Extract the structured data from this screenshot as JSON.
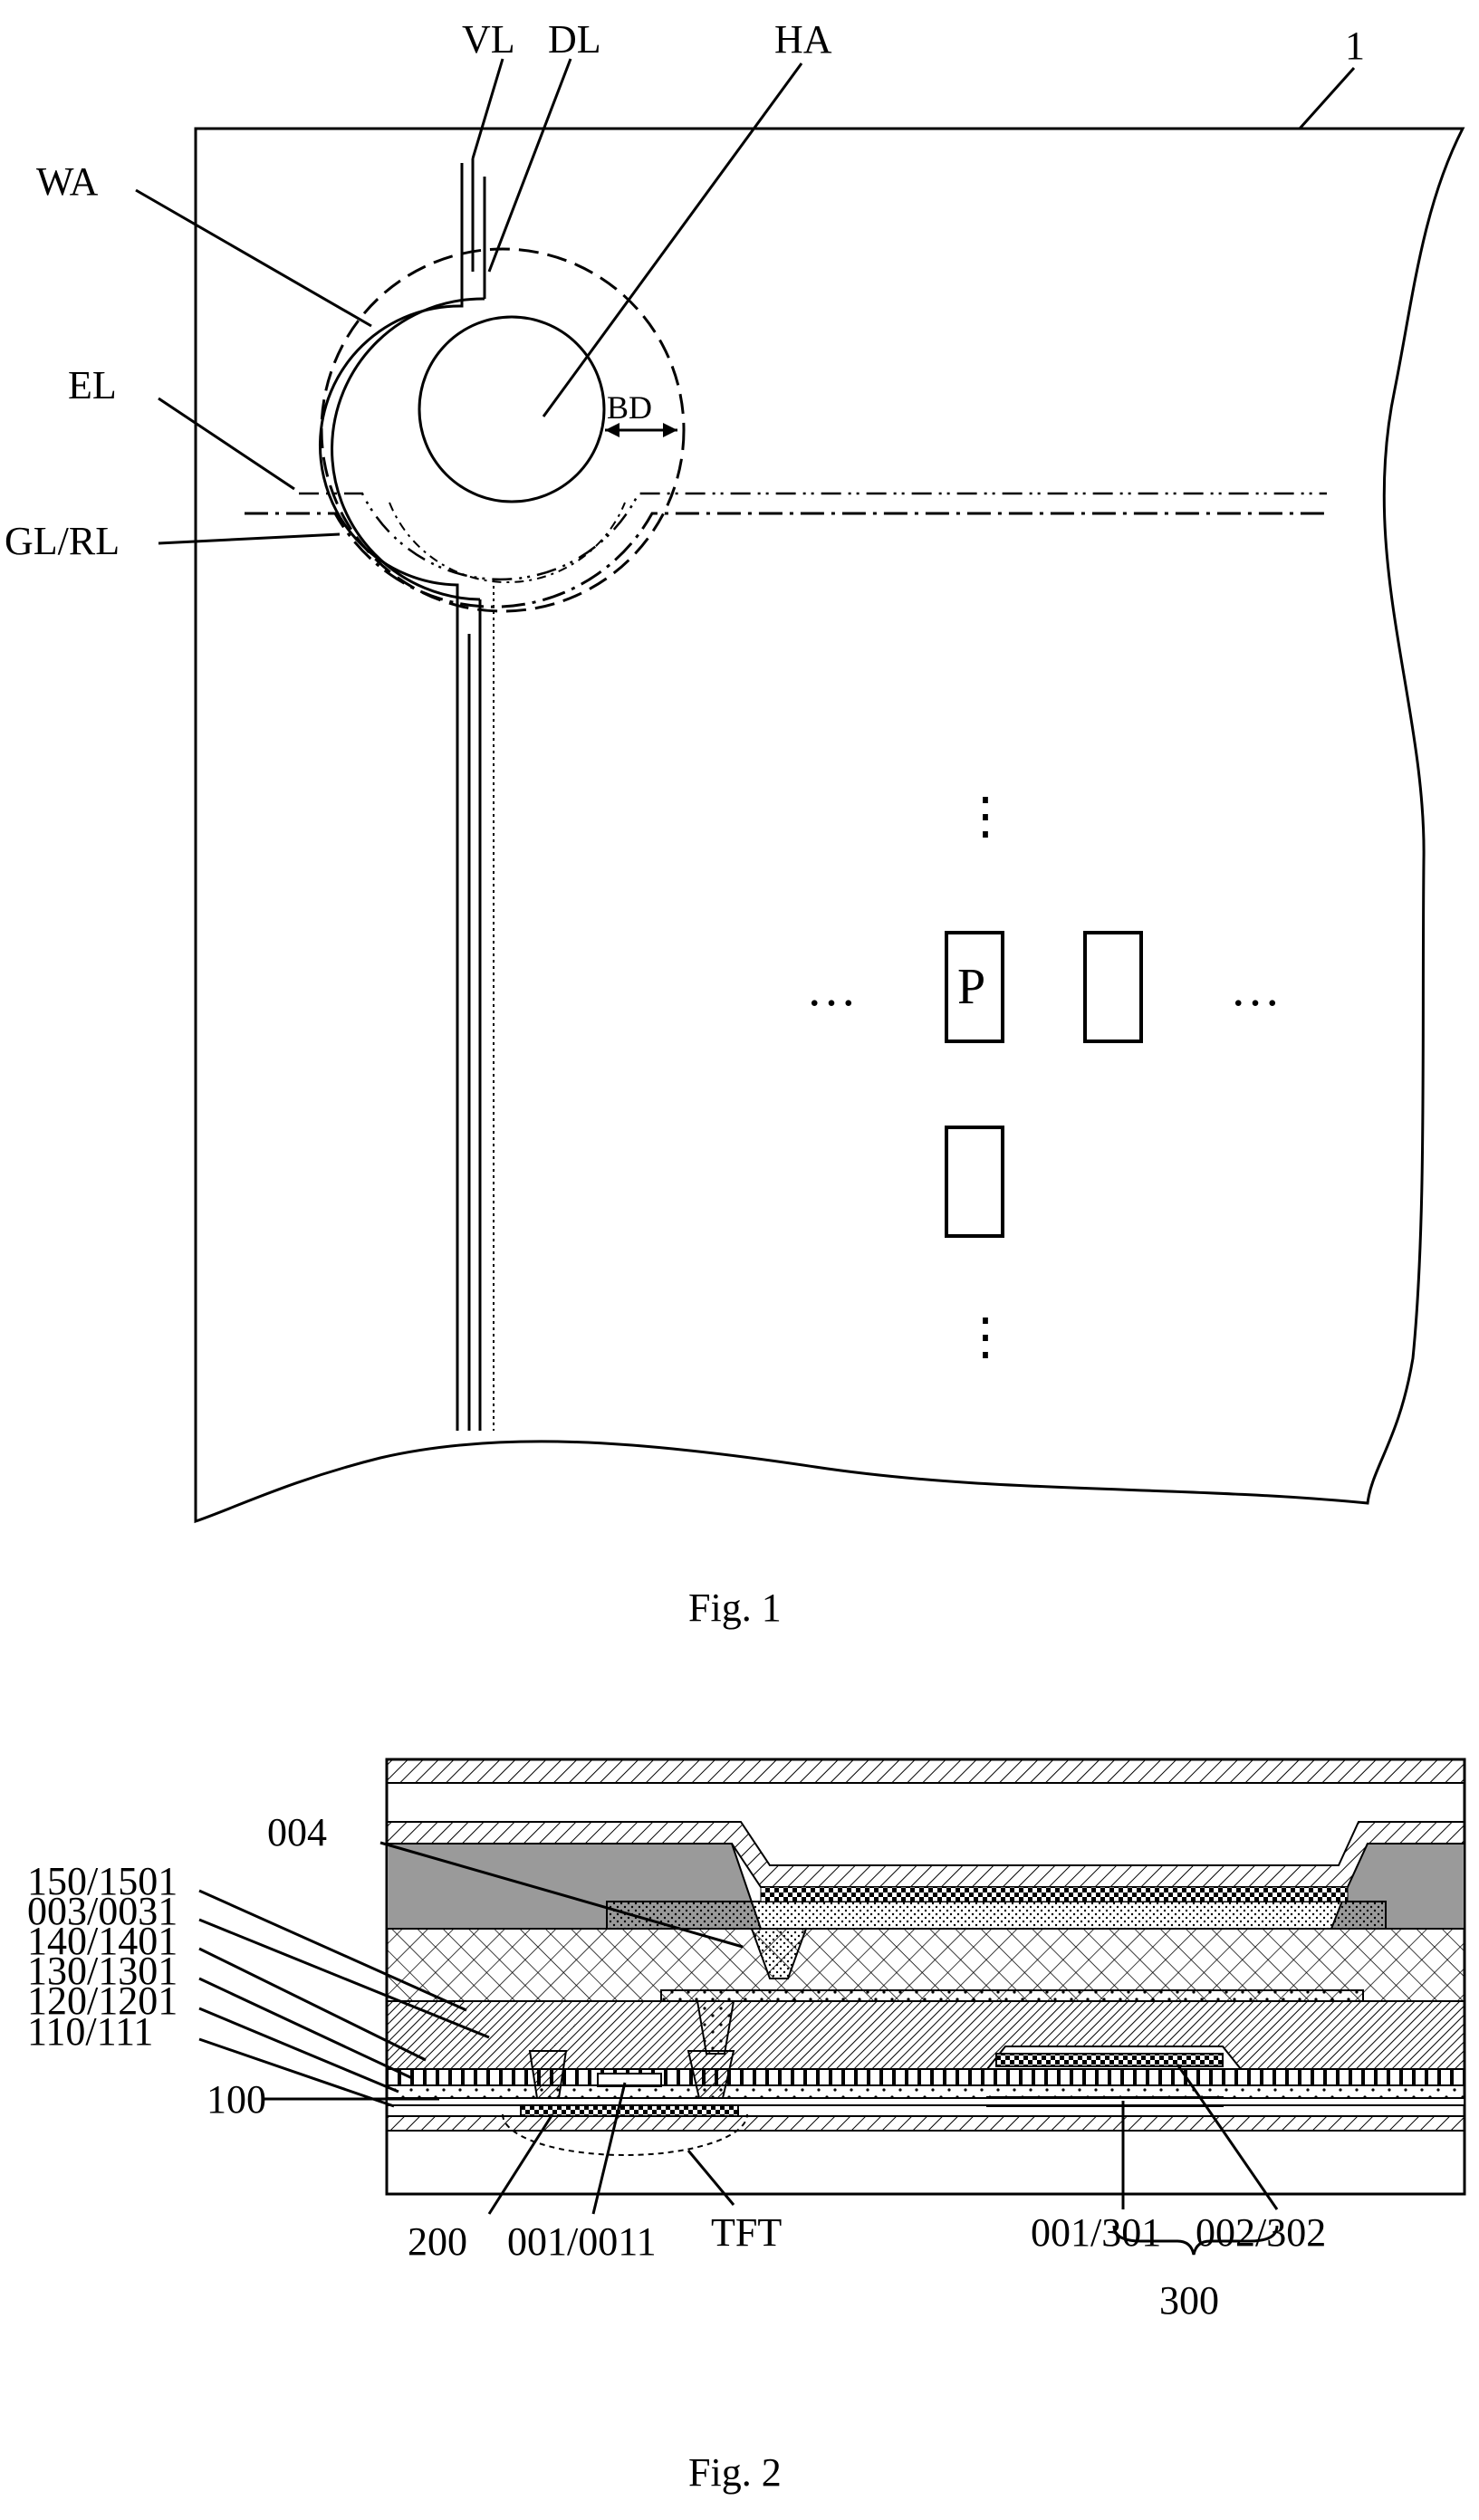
{
  "figure1": {
    "caption": "Fig. 1",
    "labels": {
      "vl": "VL",
      "dl": "DL",
      "ha": "HA",
      "ref": "1",
      "wa": "WA",
      "el": "EL",
      "glrl": "GL/RL",
      "bd": "BD",
      "p": "P"
    },
    "ellipsis_h": "…",
    "ellipsis_v": "⋮"
  },
  "figure2": {
    "caption": "Fig. 2",
    "labels": {
      "l004": "004",
      "l150": "150/1501",
      "l003": "003/0031",
      "l140": "140/1401",
      "l130": "130/1301",
      "l120": "120/1201",
      "l110": "110/111",
      "l100": "100",
      "l200": "200",
      "l001a": "001/0011",
      "ltft": "TFT",
      "l001b": "001/301",
      "l002": "002/302",
      "l300": "300"
    }
  }
}
